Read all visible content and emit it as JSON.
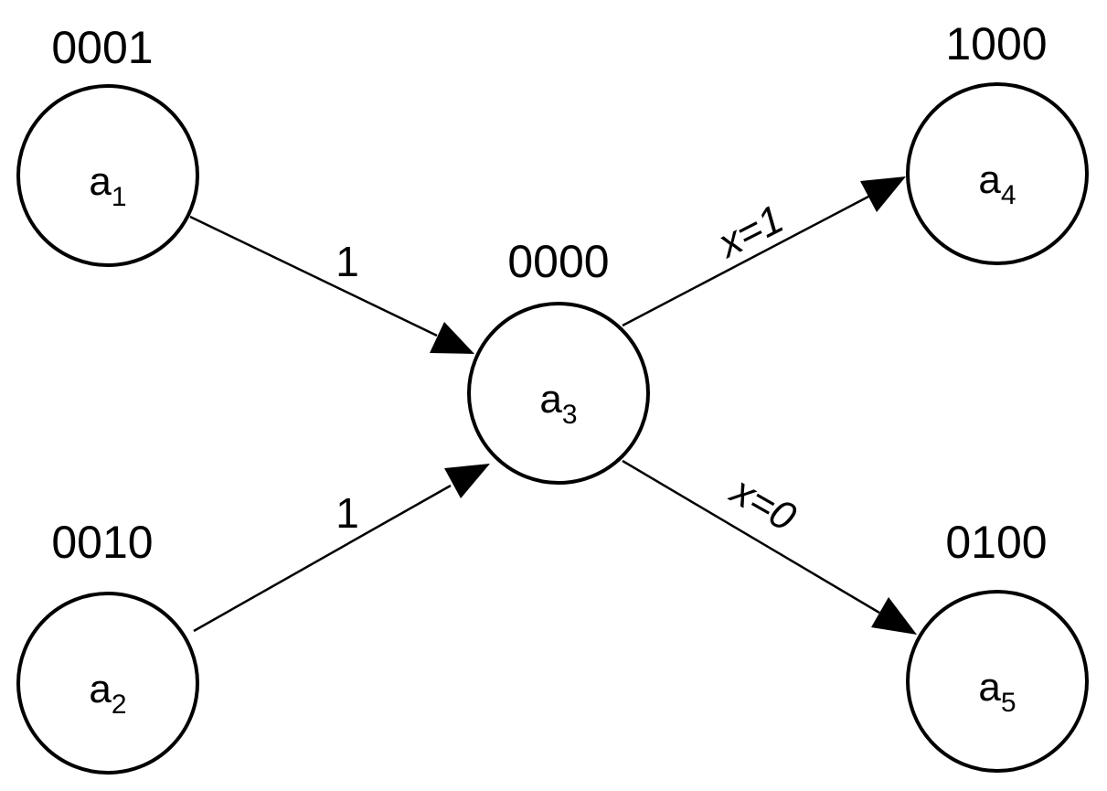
{
  "nodes": [
    {
      "id": "a1",
      "letter": "a",
      "subscript": "1",
      "code": "0001"
    },
    {
      "id": "a2",
      "letter": "a",
      "subscript": "2",
      "code": "0010"
    },
    {
      "id": "a3",
      "letter": "a",
      "subscript": "3",
      "code": "0000"
    },
    {
      "id": "a4",
      "letter": "a",
      "subscript": "4",
      "code": "1000"
    },
    {
      "id": "a5",
      "letter": "a",
      "subscript": "5",
      "code": "0100"
    }
  ],
  "edges": [
    {
      "from": "a1",
      "to": "a3",
      "label": "1"
    },
    {
      "from": "a2",
      "to": "a3",
      "label": "1"
    },
    {
      "from": "a3",
      "to": "a4",
      "label": "x=1"
    },
    {
      "from": "a3",
      "to": "a5",
      "label": "x=0"
    }
  ]
}
